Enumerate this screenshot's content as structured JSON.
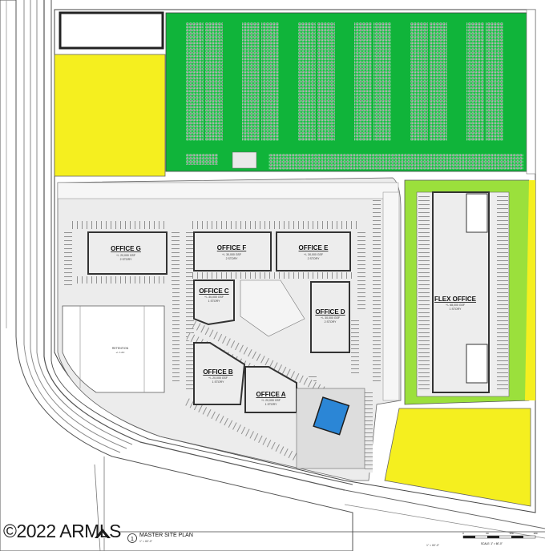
{
  "watermark": "©2022 ARMLS",
  "footer": {
    "plan_number": "1",
    "plan_title": "MASTER SITE PLAN",
    "plan_scale": "1\" = 60'-0\"",
    "scale_label": "SCALE: 1\" = 60'-0\"",
    "scale_ticks": [
      "0",
      "60",
      "120",
      "180"
    ]
  },
  "buildings": [
    {
      "id": "office-g",
      "name": "OFFICE G",
      "area": "+/- 20,000 GSF",
      "stories": "2 STORY"
    },
    {
      "id": "office-f",
      "name": "OFFICE F",
      "area": "+/- 30,000 GSF",
      "stories": "2 STORY"
    },
    {
      "id": "office-e",
      "name": "OFFICE E",
      "area": "+/- 30,000 GSF",
      "stories": "2 STORY"
    },
    {
      "id": "office-c",
      "name": "OFFICE C",
      "area": "+/- 30,000 GSF",
      "stories": "1 STORY"
    },
    {
      "id": "office-d",
      "name": "OFFICE D",
      "area": "+/- 30,000 GSF",
      "stories": "2 STORY"
    },
    {
      "id": "office-b",
      "name": "OFFICE B",
      "area": "+/- 20,000 GSF",
      "stories": "1 STORY"
    },
    {
      "id": "office-a",
      "name": "OFFICE A",
      "area": "+/- 20,000 GSF",
      "stories": "1 STORY"
    },
    {
      "id": "flex-office",
      "name": "FLEX OFFICE",
      "area": "+/- 68,000 GSF",
      "stories": "1 STORY"
    }
  ],
  "retention_label": "RETENTION",
  "retention_sub": "+/- 1 AC",
  "colors": {
    "solar_green": "#10b43a",
    "undeveloped_yellow": "#f5ef1f",
    "flex_green": "#9be03c",
    "amenity_blue": "#2b86d6",
    "pavement": "#e9e9e9"
  }
}
